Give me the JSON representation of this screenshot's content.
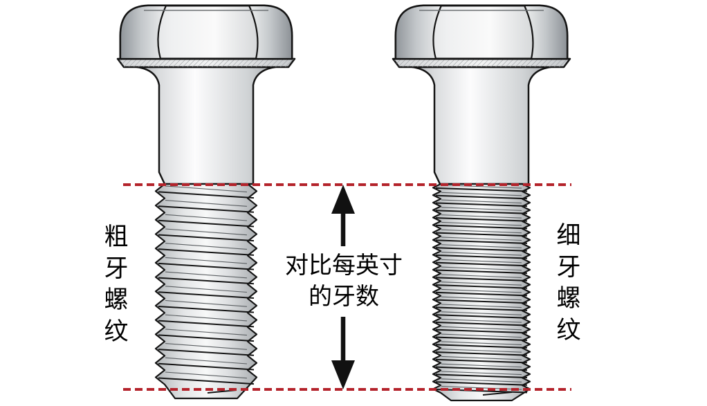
{
  "labels": {
    "left": {
      "text": "粗牙螺纹"
    },
    "right": {
      "text": "细牙螺纹"
    },
    "center": {
      "line1": "对比每英寸",
      "line2": "的牙数"
    }
  },
  "colors": {
    "dashed_line": "#b4232b",
    "outline": "#141414",
    "arrow": "#111111",
    "text": "#000000"
  }
}
